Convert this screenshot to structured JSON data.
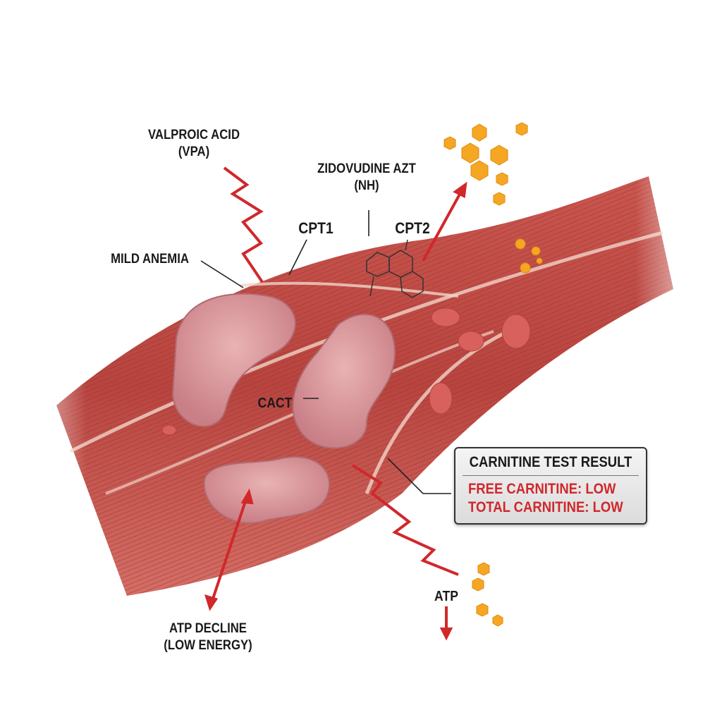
{
  "labels": {
    "valproic": "VALPROIC ACID",
    "valproic_abbr": "(VPA)",
    "zidovudine": "ZIDOVUDINE AZT",
    "zidovudine_abbr": "(NH)",
    "cpt1": "CPT1",
    "cpt2": "CPT2",
    "mild_anemia": "MILD ANEMIA",
    "cact": "CACT",
    "atp_decline": "ATP DECLINE",
    "atp_decline_sub": "(LOW ENERGY)",
    "atp": "ATP"
  },
  "result_box": {
    "title": "CARNITINE TEST RESULT",
    "rows": [
      "FREE CARNITINE: LOW",
      "TOTAL CARNITINE: LOW"
    ]
  },
  "colors": {
    "muscle": "#c2504a",
    "mitochondria": "#d9959a",
    "alert_red": "#d0282b",
    "atp_hex": "#f5a623"
  }
}
